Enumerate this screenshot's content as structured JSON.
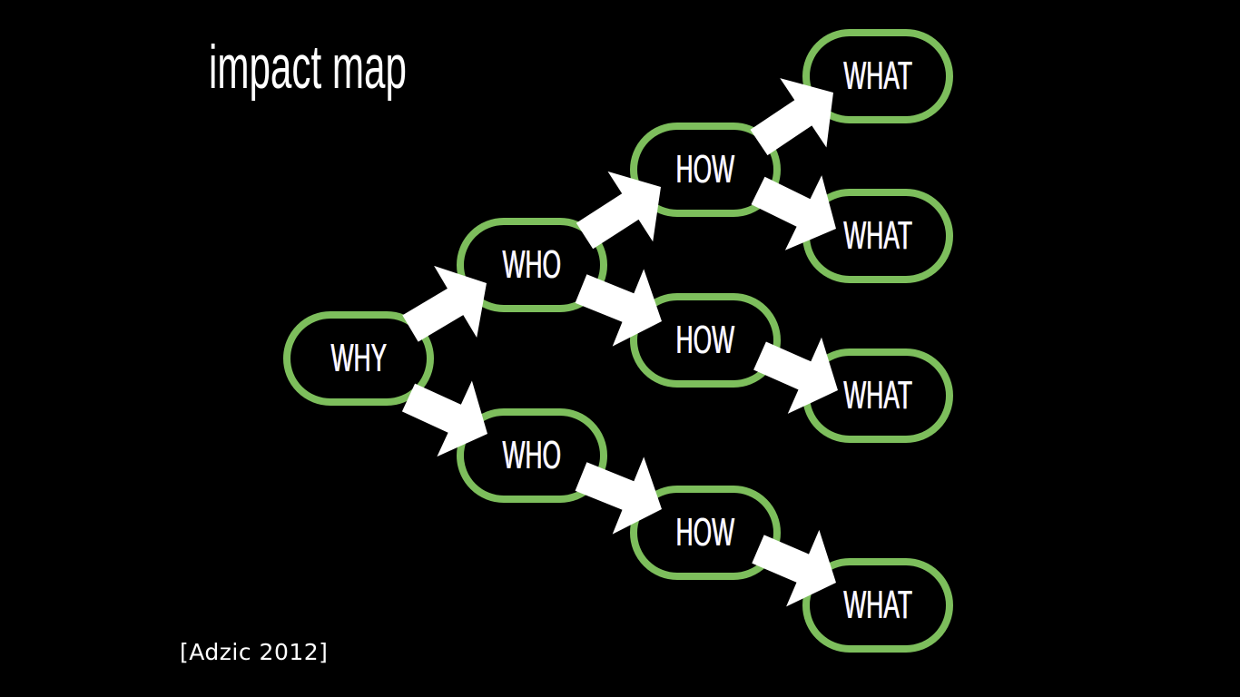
{
  "title": "impact map",
  "citation": "[Adzic 2012]",
  "colors": {
    "node_border": "#7dbe5c",
    "arrow": "#ffffff",
    "background": "#000000"
  },
  "nodes": {
    "why": "WHY",
    "who1": "WHO",
    "who2": "WHO",
    "how1": "HOW",
    "how2": "HOW",
    "how3": "HOW",
    "what1": "WHAT",
    "what2": "WHAT",
    "what3": "WHAT",
    "what4": "WHAT"
  },
  "edges": [
    [
      "why",
      "who1"
    ],
    [
      "why",
      "who2"
    ],
    [
      "who1",
      "how1"
    ],
    [
      "who1",
      "how2"
    ],
    [
      "who2",
      "how3"
    ],
    [
      "how1",
      "what1"
    ],
    [
      "how1",
      "what2"
    ],
    [
      "how2",
      "what3"
    ],
    [
      "how3",
      "what4"
    ]
  ]
}
